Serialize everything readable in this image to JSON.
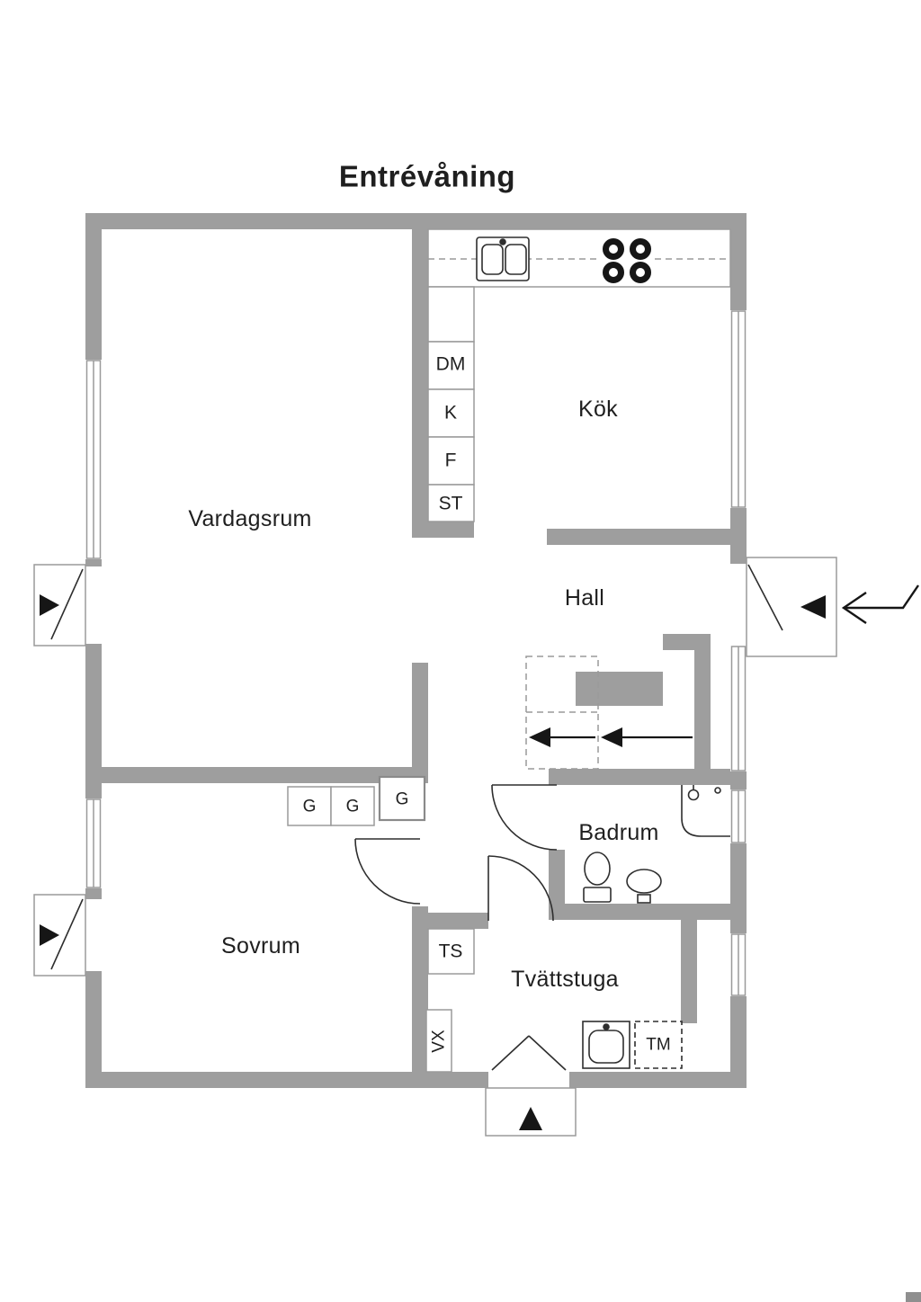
{
  "title": "Entrévåning",
  "colors": {
    "wall": "#9e9e9e",
    "line": "#9a9a9a",
    "fixture": "#2e2e2e",
    "arrow": "#161616",
    "text": "#1d1d1d"
  },
  "rooms": {
    "vardagsrum": "Vardagsrum",
    "kok": "Kök",
    "hall": "Hall",
    "badrum": "Badrum",
    "sovrum": "Sovrum",
    "tvattstuga": "Tvättstuga"
  },
  "labels": {
    "dishwasher": "DM",
    "fridge": "K",
    "freezer": "F",
    "storage": "ST",
    "wardrobe1": "G",
    "wardrobe2": "G",
    "wardrobe3": "G",
    "drying_cabinet": "TS",
    "heat_exchanger": "VX",
    "washing_machine": "TM"
  }
}
